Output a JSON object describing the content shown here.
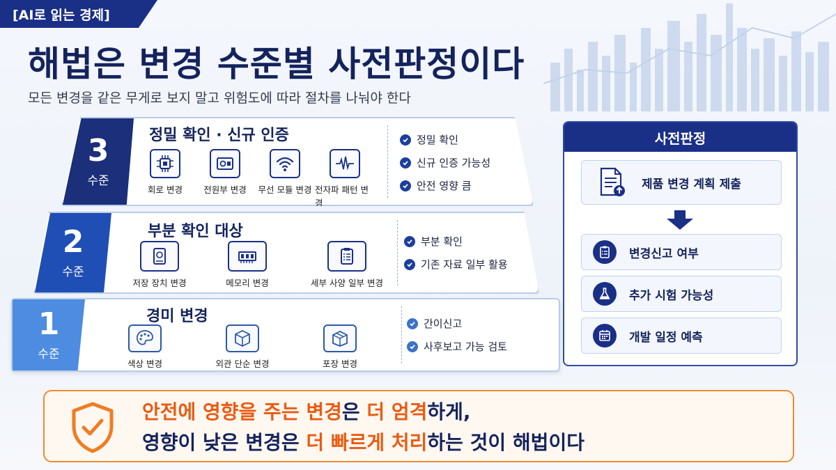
{
  "tag": "[AI로 읽는 경제]",
  "title": "해법은 변경 수준별 사전판정이다",
  "subtitle": "모든 변경을 같은 무게로 보지 말고 위험도에 따라 절차를 나눠야 한다",
  "levels": [
    {
      "num": "3",
      "label": "수준",
      "title": "정밀 확인 · 신규 인증",
      "items": [
        "회로 변경",
        "전원부 변경",
        "무선 모듈 변경",
        "전자파 패턴 변경"
      ],
      "checks": [
        "정밀 확인",
        "신규 인증 가능성",
        "안전 영향 큼"
      ]
    },
    {
      "num": "2",
      "label": "수준",
      "title": "부분 확인 대상",
      "items": [
        "저장 장치 변경",
        "메모리 변경",
        "세부 사양 일부 변경"
      ],
      "checks": [
        "부분 확인",
        "기존 자료 일부 활용"
      ]
    },
    {
      "num": "1",
      "label": "수준",
      "title": "경미 변경",
      "items": [
        "색상 변경",
        "외관 단순 변경",
        "포장 변경"
      ],
      "checks": [
        "간이신고",
        "사후보고 가능 검토"
      ]
    }
  ],
  "panel": {
    "title": "사전판정",
    "first_step": "제품 변경 계획 제출",
    "steps": [
      "변경신고 여부",
      "추가 시험 가능성",
      "개발 일정 예측"
    ]
  },
  "callout": {
    "l1a": "안전에 영향을 주는 변경",
    "l1b": "은 ",
    "l1c": "더 엄격",
    "l1d": "하게,",
    "l2a": "영향이 낮은 변경은 ",
    "l2b": "더 빠르게 처리",
    "l2c": "하는 것이 해법이다"
  },
  "colors": {
    "navy": "#1a2f86",
    "mid_blue": "#1f4fb4",
    "light_blue": "#4d8ce0",
    "orange": "#ea5b12"
  }
}
